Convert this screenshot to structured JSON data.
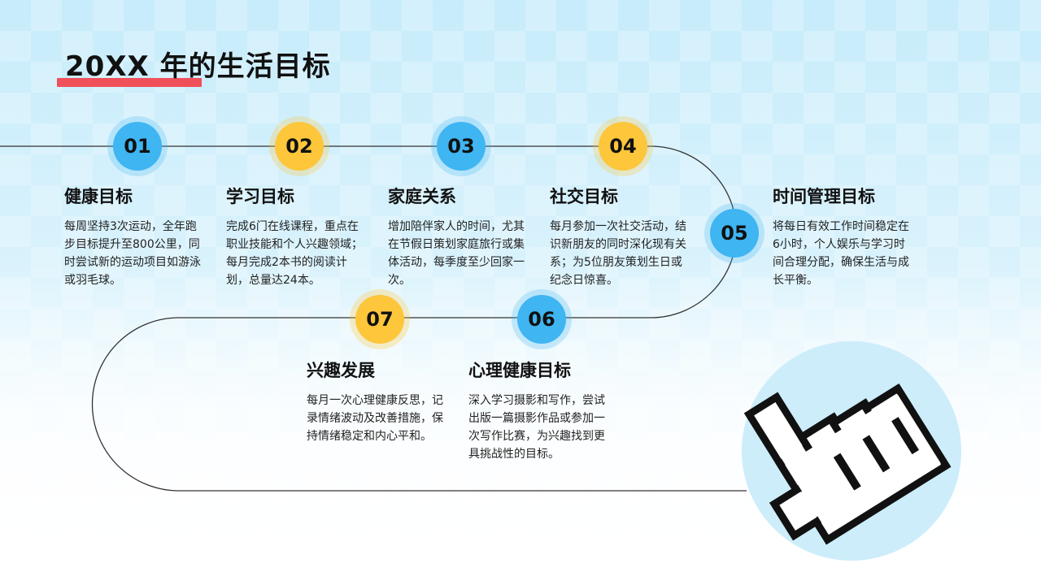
{
  "page": {
    "title": "20XX 年的生活目标"
  },
  "goals": [
    {
      "num": "01",
      "title": "健康目标",
      "desc": "每周坚持3次运动，全年跑步目标提升至800公里，同时尝试新的运动项目如游泳或羽毛球。",
      "color": "#3fb5f2"
    },
    {
      "num": "02",
      "title": "学习目标",
      "desc": "完成6门在线课程，重点在职业技能和个人兴趣领域；每月完成2本书的阅读计划，总量达24本。",
      "color": "#fdc63b"
    },
    {
      "num": "03",
      "title": "家庭关系",
      "desc": "增加陪伴家人的时间，尤其在节假日策划家庭旅行或集体活动，每季度至少回家一次。",
      "color": "#3fb5f2"
    },
    {
      "num": "04",
      "title": "社交目标",
      "desc": "每月参加一次社交活动，结识新朋友的同时深化现有关系；为5位朋友策划生日或纪念日惊喜。",
      "color": "#fdc63b"
    },
    {
      "num": "05",
      "title": "时间管理目标",
      "desc": "将每日有效工作时间稳定在6小时，个人娱乐与学习时间合理分配，确保生活与成长平衡。",
      "color": "#3fb5f2"
    },
    {
      "num": "06",
      "title": "心理健康目标",
      "desc": "深入学习摄影和写作，尝试出版一篇摄影作品或参加一次写作比赛，为兴趣找到更具挑战性的目标。",
      "color": "#3fb5f2"
    },
    {
      "num": "07",
      "title": "兴趣发展",
      "desc": "每月一次心理健康反思，记录情绪波动及改善措施，保持情绪稳定和内心平和。",
      "color": "#fdc63b"
    }
  ],
  "decor": {
    "accent": "#f0505a",
    "icon": "pixel-hand-pointer-icon"
  }
}
